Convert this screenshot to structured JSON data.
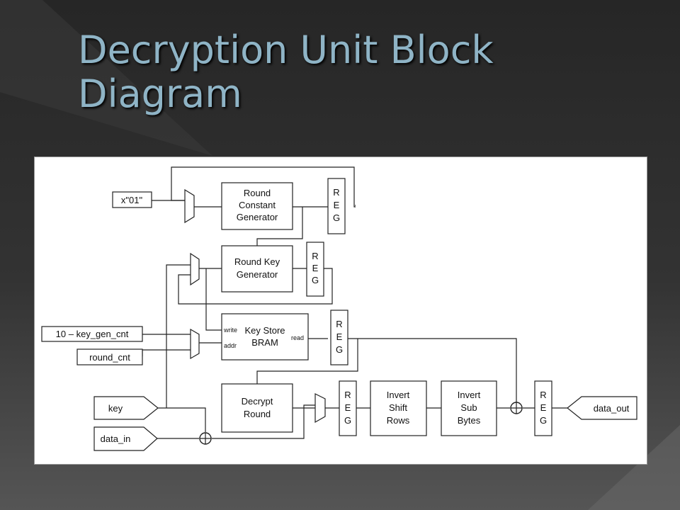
{
  "slide": {
    "title_line1": "Decryption Unit Block",
    "title_line2": "Diagram"
  },
  "diagram": {
    "const_input": "x\"01\"",
    "round_constant_generator": [
      "Round",
      "Constant",
      "Generator"
    ],
    "round_key_generator": [
      "Round Key",
      "Generator"
    ],
    "key_store": [
      "Key Store",
      "BRAM"
    ],
    "key_store_ports": {
      "write": "write",
      "addr": "addr",
      "read": "read"
    },
    "decrypt_round": [
      "Decrypt",
      "Round"
    ],
    "invert_shift_rows": [
      "Invert",
      "Shift",
      "Rows"
    ],
    "invert_sub_bytes": [
      "Invert",
      "Sub",
      "Bytes"
    ],
    "reg_letters": [
      "R",
      "E",
      "G"
    ],
    "inputs": {
      "key_gen_cnt": "10 – key_gen_cnt",
      "round_cnt": "round_cnt",
      "key": "key",
      "data_in": "data_in"
    },
    "output": "data_out",
    "xor_symbol": "⊕"
  }
}
